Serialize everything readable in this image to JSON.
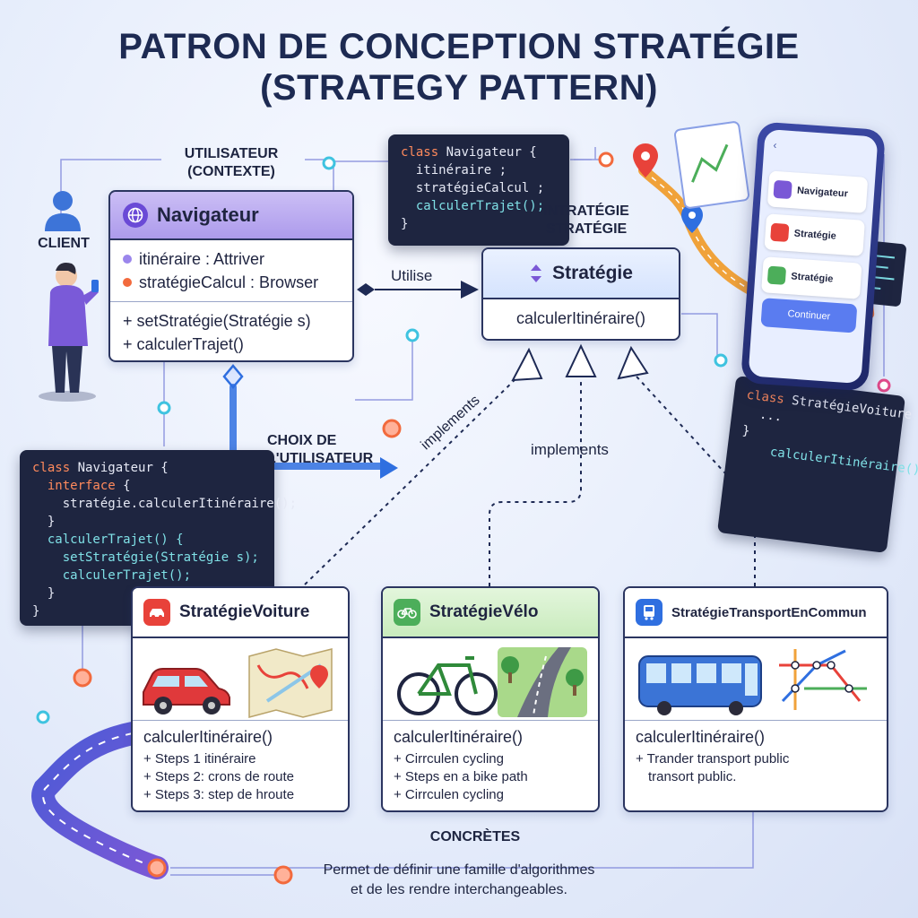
{
  "title": {
    "line1": "PATRON DE CONCEPTION STRATÉGIE",
    "line2": "(STRATEGY PATTERN)"
  },
  "labels": {
    "context": "UTILISATEUR\n(CONTEXTE)",
    "client": "CLIENT",
    "utilise": "Utilise",
    "intrategie": "INTRATÉGIE\nSTRATÉGIE",
    "choix": "CHOIX DE\nL'UTILISATEUR",
    "implements_left": "implements",
    "implements_center": "implements",
    "concretes": "CONCRÈTES"
  },
  "navigateur": {
    "name": "Navigateur",
    "attributes": [
      "itinéraire : Attriver",
      "stratégieCalcul : Browser"
    ],
    "methods": [
      "+ setStratégie(Stratégie s)",
      "+ calculerTrajet()"
    ]
  },
  "strategie": {
    "name": "Stratégie",
    "method": "calculerItinéraire()"
  },
  "concrete": {
    "voiture": {
      "name": "StratégieVoiture",
      "method": "calculerItinéraire()",
      "steps": [
        "+ Steps 1 itinéraire",
        "+ Steps 2: crons de route",
        "+ Steps 3: step de hroute"
      ]
    },
    "velo": {
      "name": "StratégieVélo",
      "method": "calculerItinéraire()",
      "steps": [
        "+ Cirrculen cycling",
        "+ Steps en a bike path",
        "+ Cirrculen cycling"
      ]
    },
    "transport": {
      "name": "StratégieTransportEnCommun",
      "method": "calculerItinéraire()",
      "steps": [
        "+ Trander transport public",
        "transort public."
      ]
    }
  },
  "code": {
    "top": {
      "l1_kw": "class",
      "l1_rest": " Navigateur {",
      "l2": "  itinéraire ;",
      "l3": "  stratégieCalcul ;",
      "l4": "  calculerTrajet();",
      "l5": "}"
    },
    "left": {
      "l1_kw": "class",
      "l1_rest": " Navigateur {",
      "l2_kw": "  interface",
      "l2_rest": " {",
      "l3": "    stratégie.calculerItinéraire();",
      "l4": "  }",
      "l5": "  calculerTrajet() {",
      "l6": "    setStratégie(Stratégie s);",
      "l7": "    calculerTrajet();",
      "l8": "  }",
      "l9": "}"
    },
    "right": {
      "l1_kw": "class",
      "l1_rest": " StratégieVoiture {",
      "l2": "  ...",
      "l3": "}",
      "l4": "    calculerItinéraire();"
    }
  },
  "phone": {
    "items": [
      "Navigateur",
      "Stratégie",
      "Stratégie"
    ],
    "button": "Continuer"
  },
  "footer": {
    "line1": "Permet de définir une famille d'algorithmes",
    "line2": "et de les rendre interchangeables."
  },
  "colors": {
    "navy": "#2b3560",
    "purple": "#ad9bec",
    "green": "#c9ebbd",
    "accent_orange": "#f26a3d",
    "accent_cyan": "#3fc3e0"
  }
}
